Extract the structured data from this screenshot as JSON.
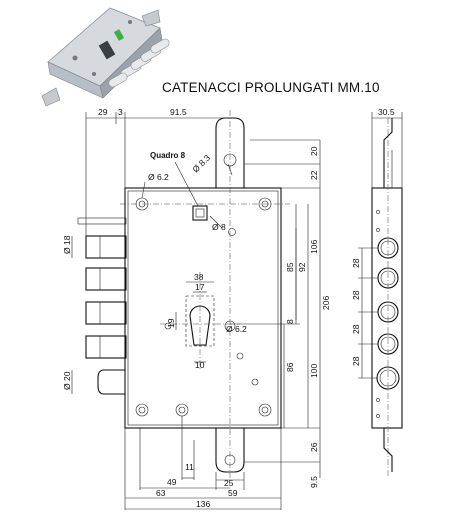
{
  "title": "CATENACCI PROLUNGATI MM.10",
  "labels": {
    "quadro": "Quadro 8",
    "d83": "Ø 8.3",
    "d62a": "Ø 6.2",
    "d8": "Ø 8",
    "d62b": "Ø 6.2",
    "d18": "Ø 18",
    "d20": "Ø 20"
  },
  "dims_top": [
    "29",
    "3",
    "91.5",
    "30.5"
  ],
  "dims_right": [
    "20",
    "22",
    "92",
    "85",
    "106",
    "206",
    "8",
    "86",
    "100",
    "26",
    "9.5"
  ],
  "dims_side": [
    "28",
    "28",
    "28",
    "28"
  ],
  "dims_inner": [
    "38",
    "17",
    "19",
    "10"
  ],
  "dims_bottom": [
    "11",
    "49",
    "25",
    "63",
    "59",
    "136"
  ]
}
